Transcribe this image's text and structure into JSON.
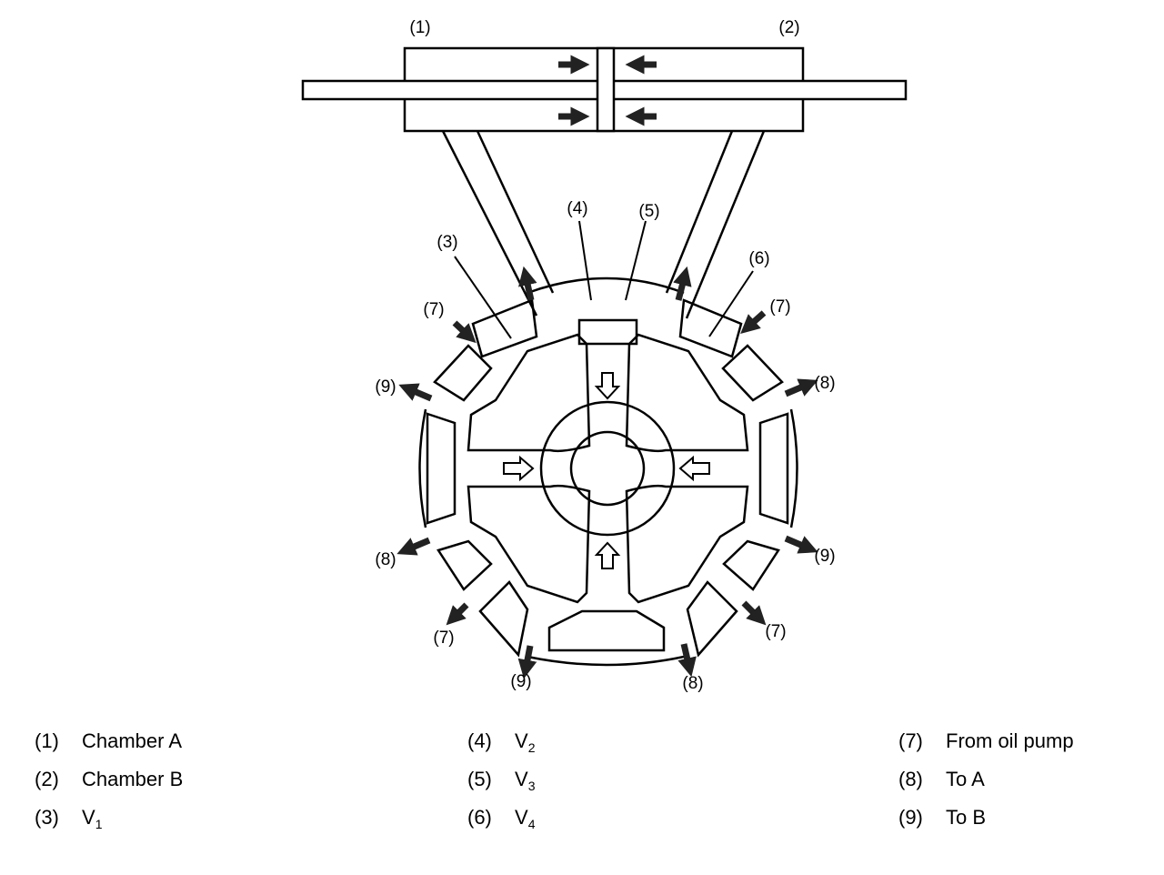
{
  "callouts": [
    "(1)",
    "(2)",
    "(3)",
    "(4)",
    "(5)",
    "(6)",
    "(7)",
    "(8)",
    "(9)"
  ],
  "legend": [
    {
      "num": "(1)",
      "label": "Chamber A",
      "sub": ""
    },
    {
      "num": "(2)",
      "label": "Chamber B",
      "sub": ""
    },
    {
      "num": "(3)",
      "label": "V",
      "sub": "1"
    },
    {
      "num": "(4)",
      "label": "V",
      "sub": "2"
    },
    {
      "num": "(5)",
      "label": "V",
      "sub": "3"
    },
    {
      "num": "(6)",
      "label": "V",
      "sub": "4"
    },
    {
      "num": "(7)",
      "label": "From oil pump",
      "sub": ""
    },
    {
      "num": "(8)",
      "label": "To A",
      "sub": ""
    },
    {
      "num": "(9)",
      "label": "To B",
      "sub": ""
    }
  ]
}
